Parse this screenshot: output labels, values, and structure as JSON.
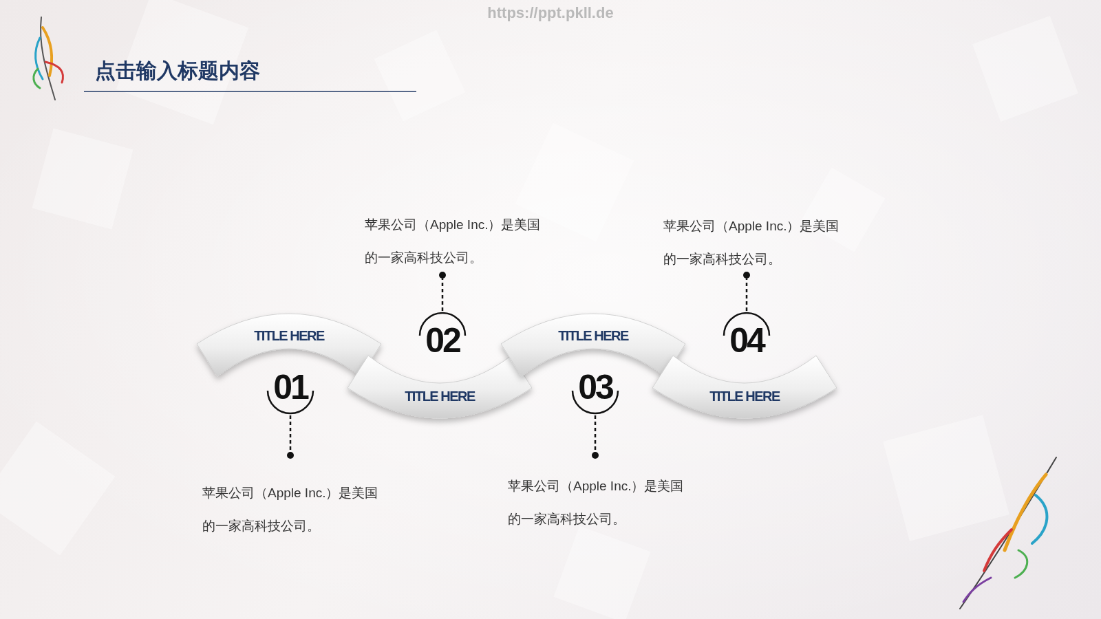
{
  "diagram": {
    "title": "点击输入标题内容",
    "nodes": [
      {
        "text": [
          "TITLE HERE"
        ]
      },
      {
        "text": [
          "TITLE HERE"
        ]
      },
      {
        "text": [
          "TITLE HERE"
        ]
      },
      {
        "text": [
          "TITLE HERE"
        ]
      }
    ],
    "labels": [
      "https://ppt.pkll.de",
      "01",
      "苹果公司（Apple Inc.）是美国的一家高科技公司。",
      "02",
      "苹果公司（Apple Inc.）是美国的一家高科技公司。",
      "03",
      "苹果公司（Apple Inc.）是美国的一家高科技公司。",
      "04",
      "苹果公司（Apple Inc.）是美国的一家高科技公司。"
    ]
  }
}
